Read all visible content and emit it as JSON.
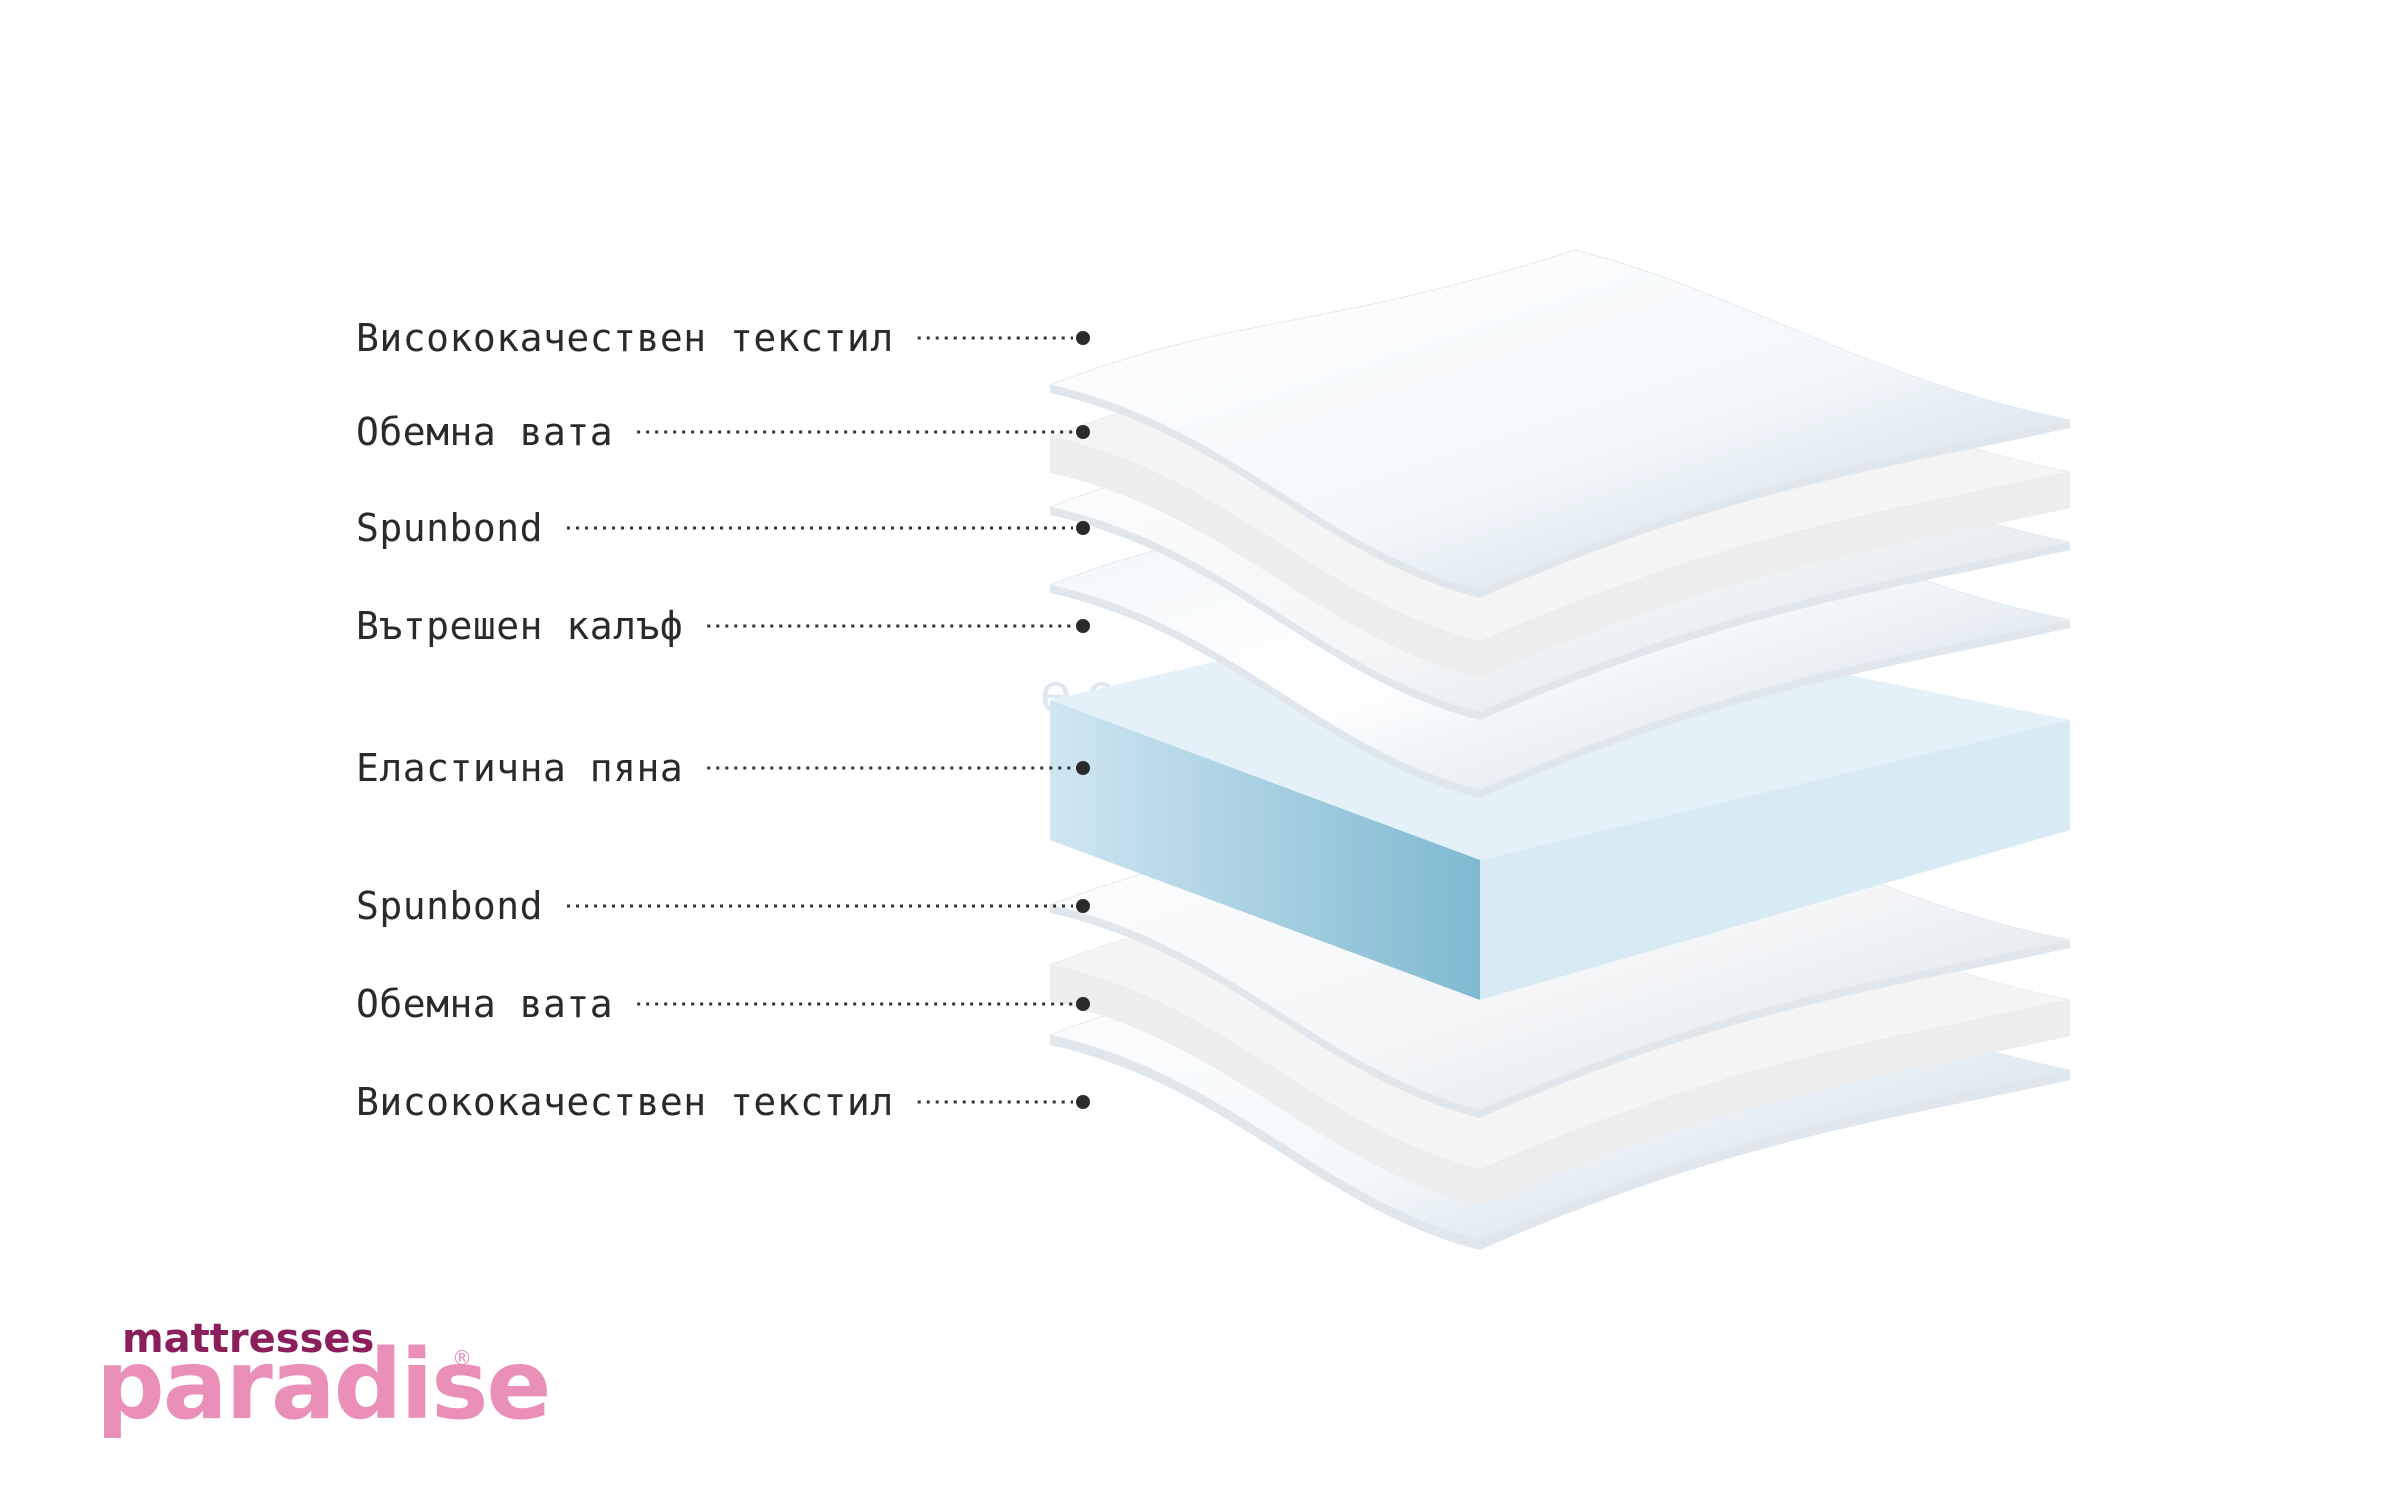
{
  "layers": [
    {
      "label": "Висококачествен текстил",
      "kind": "textile"
    },
    {
      "label": "Обемна вата",
      "kind": "wadding"
    },
    {
      "label": "Spunbond",
      "kind": "spunbond"
    },
    {
      "label": "Вътрешен калъф",
      "kind": "cover"
    },
    {
      "label": "Еластична пяна",
      "kind": "foam"
    },
    {
      "label": "Spunbond",
      "kind": "spunbond"
    },
    {
      "label": "Обемна вата",
      "kind": "wadding"
    },
    {
      "label": "Висококачествен текстил",
      "kind": "textile"
    }
  ],
  "watermark": "e.co",
  "logo": {
    "top": "mattresses",
    "main": "paradise",
    "reg": "®",
    "top_color": "#8a1f5c",
    "main_color": "#e98fb8"
  },
  "colors": {
    "foam_top": "#e4f1f8",
    "foam_front": "#8fc3d8",
    "foam_side": "#d8ebf5",
    "leader": "#333333"
  }
}
